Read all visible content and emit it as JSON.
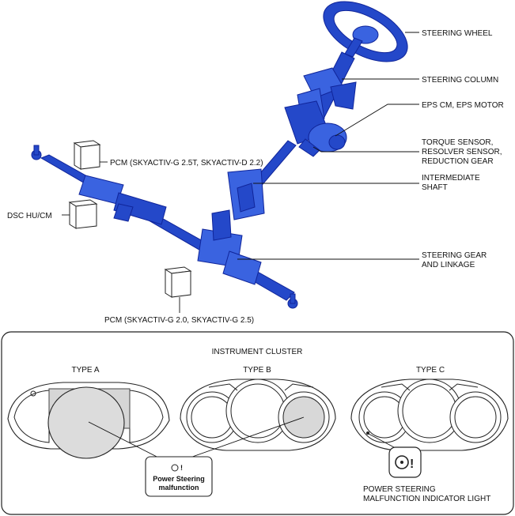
{
  "labels": {
    "steering_wheel": "STEERING WHEEL",
    "steering_column": "STEERING COLUMN",
    "eps_cm_motor": "EPS CM, EPS MOTOR",
    "torque_sensor": [
      "TORQUE SENSOR,",
      "RESOLVER SENSOR,",
      "REDUCTION GEAR"
    ],
    "intermediate_shaft": [
      "INTERMEDIATE",
      "SHAFT"
    ],
    "pcm_top": "PCM (SKYACTIV-G 2.5T, SKYACTIV-D 2.2)",
    "dsc": "DSC HU/CM",
    "steering_gear": [
      "STEERING GEAR",
      "AND LINKAGE"
    ],
    "pcm_bottom": "PCM (SKYACTIV-G 2.0, SKYACTIV-G 2.5)"
  },
  "cluster": {
    "title": "INSTRUMENT CLUSTER",
    "type_a": "TYPE A",
    "type_b": "TYPE B",
    "type_c": "TYPE C",
    "callout": [
      "Power Steering",
      "malfunction"
    ],
    "indicator": [
      "POWER STEERING",
      "MALFUNCTION INDICATOR LIGHT"
    ]
  },
  "colors": {
    "component_blue": "#2448c9"
  }
}
